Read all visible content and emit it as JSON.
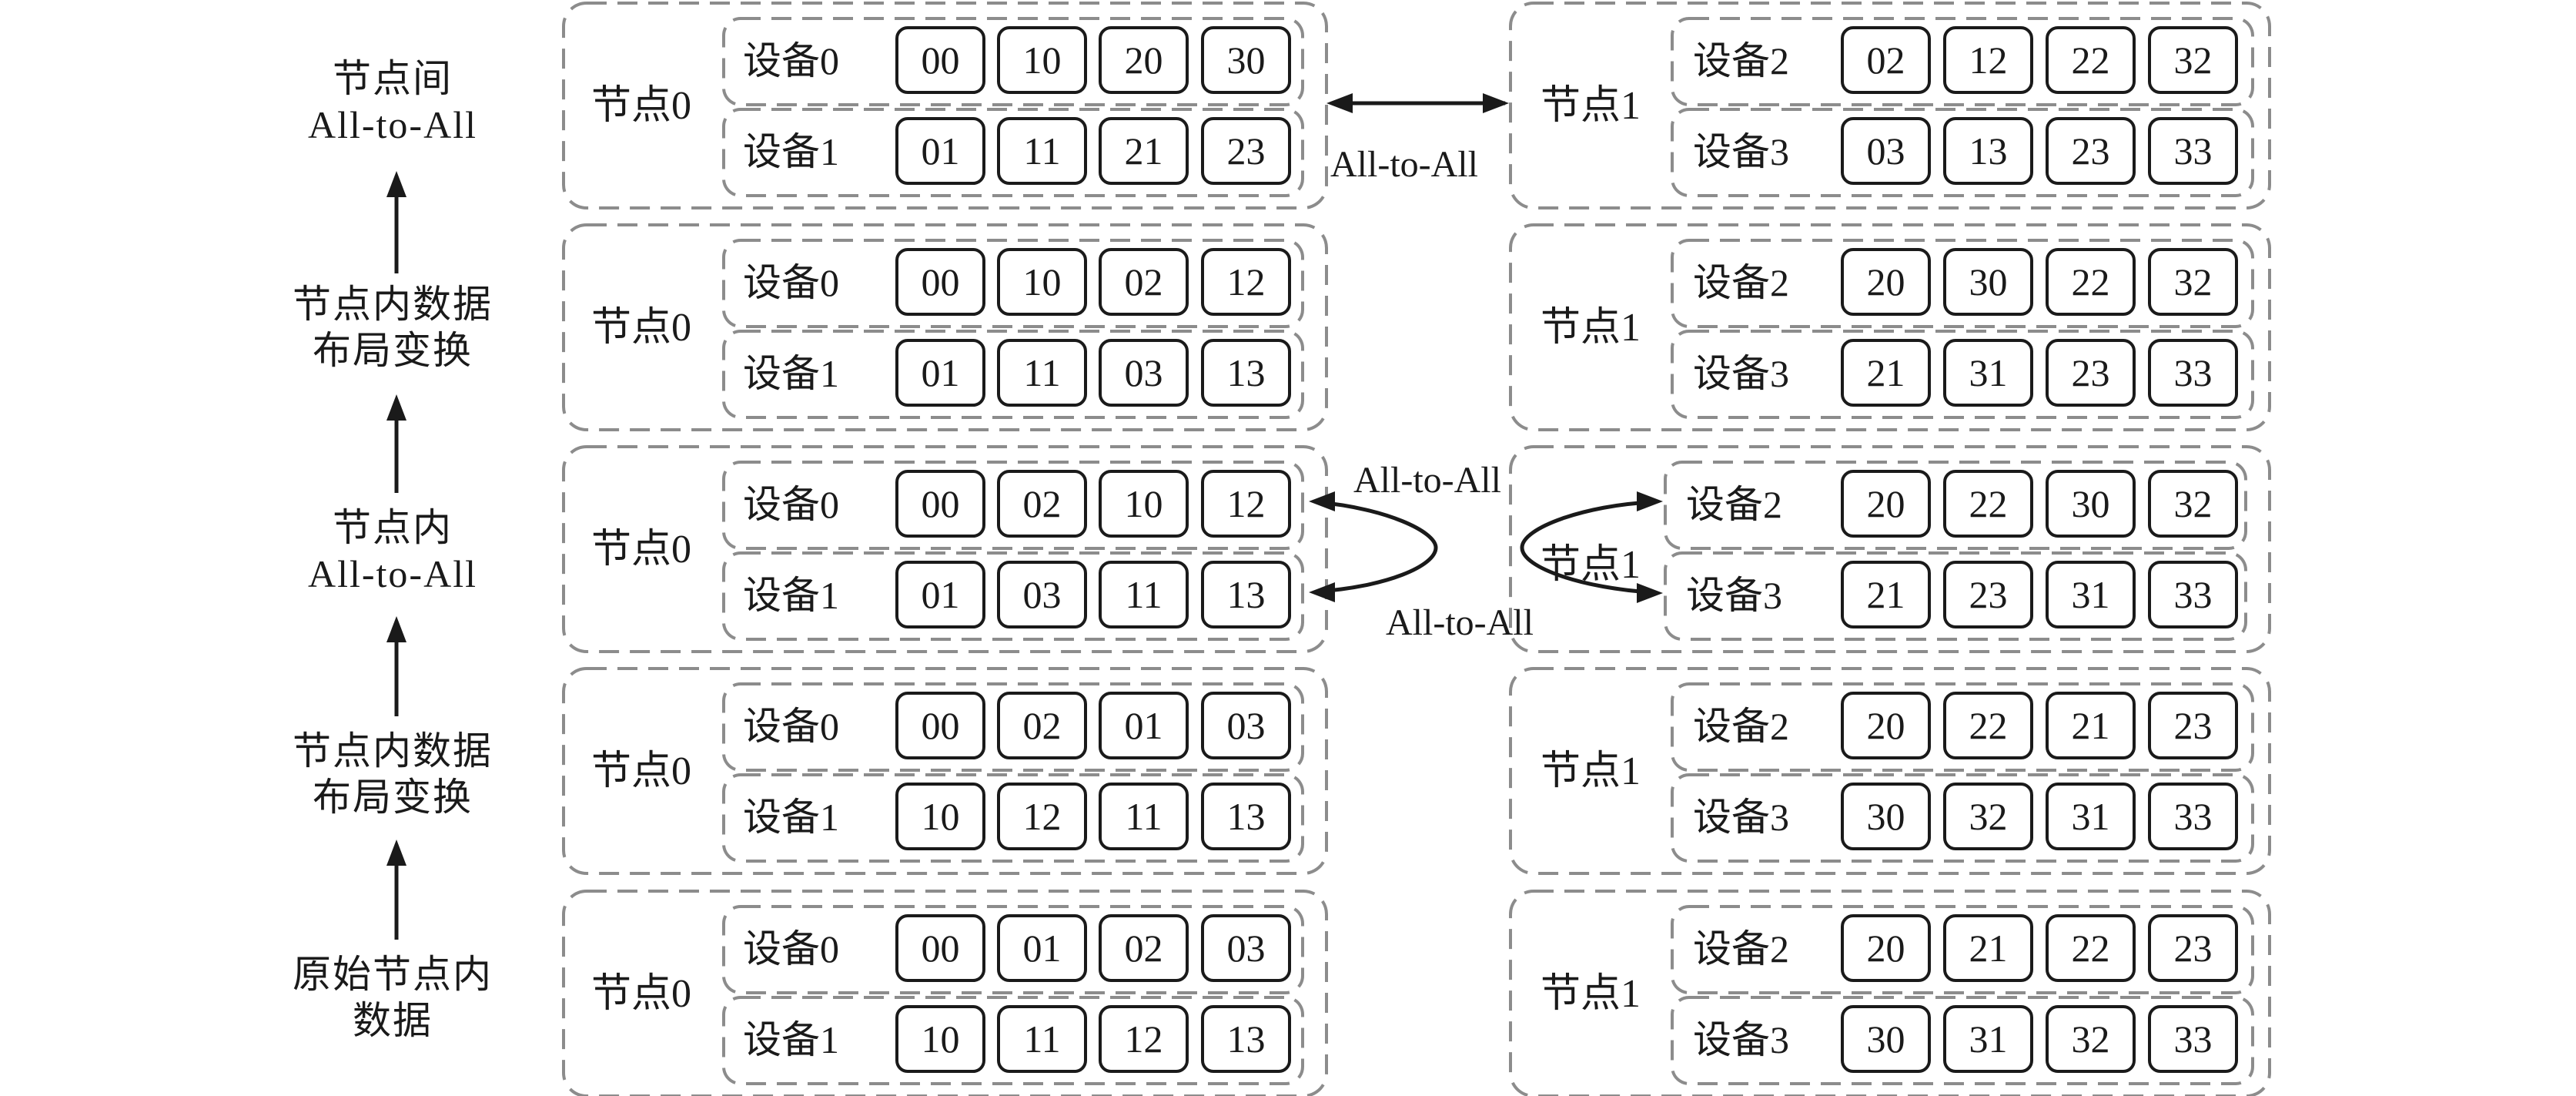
{
  "colors": {
    "box_dash": "#8c8c8c",
    "ink": "#1a1a1a",
    "background": "#ffffff"
  },
  "steps": [
    {
      "lines": [
        "节点间",
        "All-to-All"
      ]
    },
    {
      "lines": [
        "节点内数据",
        "布局变换"
      ]
    },
    {
      "lines": [
        "节点内",
        "All-to-All"
      ]
    },
    {
      "lines": [
        "节点内数据",
        "布局变换"
      ]
    },
    {
      "lines": [
        "原始节点内",
        "数据"
      ]
    }
  ],
  "stages": [
    {
      "node0": {
        "label": "节点0",
        "devices": [
          {
            "label": "设备0",
            "cells": [
              "00",
              "10",
              "20",
              "30"
            ]
          },
          {
            "label": "设备1",
            "cells": [
              "01",
              "11",
              "21",
              "23"
            ]
          }
        ]
      },
      "node1": {
        "label": "节点1",
        "devices": [
          {
            "label": "设备2",
            "cells": [
              "02",
              "12",
              "22",
              "32"
            ]
          },
          {
            "label": "设备3",
            "cells": [
              "03",
              "13",
              "23",
              "33"
            ]
          }
        ]
      }
    },
    {
      "node0": {
        "label": "节点0",
        "devices": [
          {
            "label": "设备0",
            "cells": [
              "00",
              "10",
              "02",
              "12"
            ]
          },
          {
            "label": "设备1",
            "cells": [
              "01",
              "11",
              "03",
              "13"
            ]
          }
        ]
      },
      "node1": {
        "label": "节点1",
        "devices": [
          {
            "label": "设备2",
            "cells": [
              "20",
              "30",
              "22",
              "32"
            ]
          },
          {
            "label": "设备3",
            "cells": [
              "21",
              "31",
              "23",
              "33"
            ]
          }
        ]
      }
    },
    {
      "node0": {
        "label": "节点0",
        "devices": [
          {
            "label": "设备0",
            "cells": [
              "00",
              "02",
              "10",
              "12"
            ]
          },
          {
            "label": "设备1",
            "cells": [
              "01",
              "03",
              "11",
              "13"
            ]
          }
        ]
      },
      "node1": {
        "label": "节点1",
        "devices": [
          {
            "label": "设备2",
            "cells": [
              "20",
              "22",
              "30",
              "32"
            ]
          },
          {
            "label": "设备3",
            "cells": [
              "21",
              "23",
              "31",
              "33"
            ]
          }
        ]
      }
    },
    {
      "node0": {
        "label": "节点0",
        "devices": [
          {
            "label": "设备0",
            "cells": [
              "00",
              "02",
              "01",
              "03"
            ]
          },
          {
            "label": "设备1",
            "cells": [
              "10",
              "12",
              "11",
              "13"
            ]
          }
        ]
      },
      "node1": {
        "label": "节点1",
        "devices": [
          {
            "label": "设备2",
            "cells": [
              "20",
              "22",
              "21",
              "23"
            ]
          },
          {
            "label": "设备3",
            "cells": [
              "30",
              "32",
              "31",
              "33"
            ]
          }
        ]
      }
    },
    {
      "node0": {
        "label": "节点0",
        "devices": [
          {
            "label": "设备0",
            "cells": [
              "00",
              "01",
              "02",
              "03"
            ]
          },
          {
            "label": "设备1",
            "cells": [
              "10",
              "11",
              "12",
              "13"
            ]
          }
        ]
      },
      "node1": {
        "label": "节点1",
        "devices": [
          {
            "label": "设备2",
            "cells": [
              "20",
              "21",
              "22",
              "23"
            ]
          },
          {
            "label": "设备3",
            "cells": [
              "30",
              "31",
              "32",
              "33"
            ]
          }
        ]
      }
    }
  ],
  "edges": {
    "inter_node_label": "All-to-All",
    "intra_node0_top_label": "All-to-All",
    "intra_node0_bottom_label": "All-to-All"
  }
}
